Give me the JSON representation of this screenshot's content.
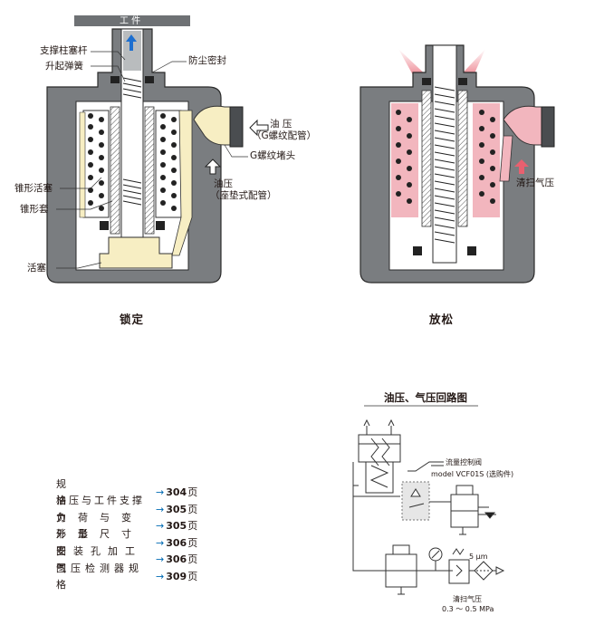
{
  "left_figure": {
    "workpiece_label": "工 件",
    "caption": "锁定",
    "labels": {
      "support_rod": "支撑柱塞杆",
      "lift_spring": "升起弹簧",
      "dust_seal": "防尘密封",
      "oil_pressure_g_1": "油 压",
      "oil_pressure_g_2": "（G螺纹配管）",
      "g_plug": "G螺纹堵头",
      "oil_pressure_pad_1": "油压",
      "oil_pressure_pad_2": "（座垫式配管）",
      "taper_piston": "锥形活塞",
      "taper_sleeve": "锥形套",
      "piston": "活塞"
    }
  },
  "right_figure": {
    "caption": "放松",
    "purge_label": "清扫气压"
  },
  "circuit": {
    "title": "油压、气压回路图",
    "flow_valve_1": "流量控制阀",
    "flow_valve_2": "model VCF01S (选购件)",
    "micron": "5 μm",
    "purge_1": "清扫气压",
    "purge_2": "0.3 ～ 0.5 MPa"
  },
  "toc": [
    {
      "label": "规格",
      "page": "304",
      "unit": "页"
    },
    {
      "label": "油压与工件支撑力",
      "page": "305",
      "unit": "页"
    },
    {
      "label": "负荷与变形量",
      "page": "305",
      "unit": "页"
    },
    {
      "label": "外形尺寸图",
      "page": "306",
      "unit": "页"
    },
    {
      "label": "安装孔加工图",
      "page": "306",
      "unit": "页"
    },
    {
      "label": "气压检测器规格",
      "page": "309",
      "unit": "页"
    }
  ],
  "colors": {
    "body_gray": "#7a7d80",
    "oil_yellow": "#f7eec3",
    "air_pink": "#f2b6be",
    "accent_blue": "#006ab3"
  }
}
